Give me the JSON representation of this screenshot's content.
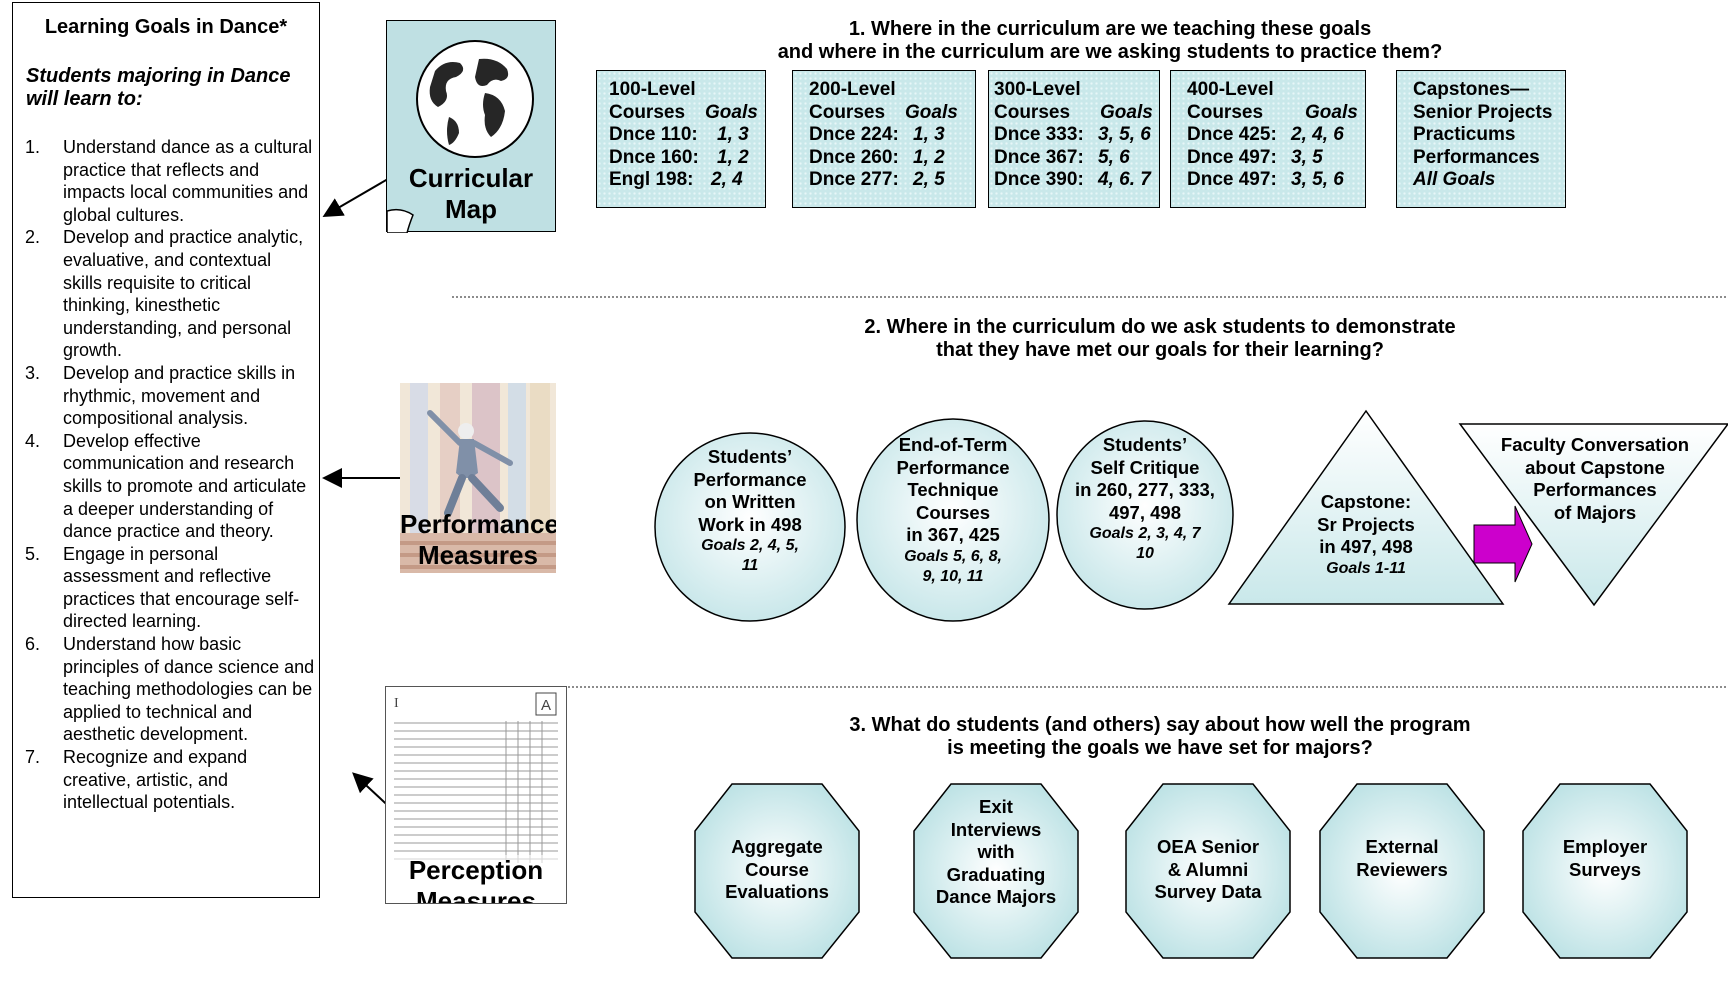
{
  "goals_panel": {
    "title": "Learning Goals in Dance*",
    "subtitle": "Students majoring in Dance will learn to:",
    "items": [
      {
        "num": "1.",
        "text": "Understand dance as a cultural practice that reflects and impacts local communities and global cultures."
      },
      {
        "num": "2.",
        "text": "Develop and practice analytic, evaluative, and contextual skills requisite to critical thinking, kinesthetic understanding, and personal growth."
      },
      {
        "num": "3.",
        "text": "Develop and practice skills in rhythmic, movement and compositional analysis."
      },
      {
        "num": "4.",
        "text": "Develop effective communication and research skills to promote and articulate a deeper understanding of dance practice and theory."
      },
      {
        "num": "5.",
        "text": "Engage in personal assessment and reflective practices that encourage self-directed learning."
      },
      {
        "num": "6.",
        "text": "Understand how basic principles of dance science and teaching methodologies can be applied to technical and aesthetic development."
      },
      {
        "num": "7.",
        "text": "Recognize and expand creative, artistic, and intellectual potentials."
      }
    ]
  },
  "cards": {
    "curricular_map": "Curricular Map",
    "performance_measures": "Performance Measures",
    "perception_measures": "Perception Measures"
  },
  "section1": {
    "question_line1": "1.  Where in the curriculum are we teaching these goals",
    "question_line2": "and where in the curriculum are we asking students to practice them?",
    "levels": [
      {
        "rows": [
          [
            "100-Level",
            ""
          ],
          [
            "Courses  ",
            "Goals"
          ],
          [
            "Dnce 110: ",
            "1, 3"
          ],
          [
            "Dnce 160: ",
            "1, 2"
          ],
          [
            "Engl 198: ",
            " 2, 4"
          ]
        ]
      },
      {
        "rows": [
          [
            "200-Level",
            ""
          ],
          [
            "Courses  ",
            "Goals"
          ],
          [
            "Dnce 224: ",
            " 1, 3"
          ],
          [
            "Dnce 260: ",
            " 1, 2"
          ],
          [
            "Dnce 277: ",
            " 2, 5"
          ]
        ]
      },
      {
        "rows": [
          [
            "300-Level",
            ""
          ],
          [
            "Courses    ",
            "Goals"
          ],
          [
            "Dnce 333: ",
            "3, 5, 6"
          ],
          [
            "Dnce 367: ",
            "5, 6"
          ],
          [
            "Dnce 390: ",
            "4, 6. 7"
          ]
        ]
      },
      {
        "rows": [
          [
            "400-Level",
            ""
          ],
          [
            "Courses      ",
            "Goals"
          ],
          [
            "Dnce 425: ",
            " 2, 4, 6"
          ],
          [
            "Dnce 497: ",
            " 3, 5"
          ],
          [
            "Dnce 497: ",
            " 3, 5, 6"
          ]
        ]
      },
      {
        "rows": [
          [
            "Capstones—",
            ""
          ],
          [
            "Senior Projects",
            ""
          ],
          [
            "Practicums",
            ""
          ],
          [
            "Performances",
            ""
          ],
          [
            "",
            "All Goals"
          ]
        ]
      }
    ]
  },
  "section2": {
    "question_line1": "2.  Where in the curriculum do we ask students to demonstrate",
    "question_line2": "that they have met our goals for their learning?",
    "circles": [
      {
        "lines": [
          "Students’",
          "Performance",
          "on Written",
          "Work  in 498"
        ],
        "goals": [
          "Goals 2, 4, 5,",
          "11"
        ]
      },
      {
        "lines": [
          "End-of-Term",
          "Performance",
          "Technique",
          "Courses",
          "in 367, 425"
        ],
        "goals": [
          "Goals 5, 6, 8,",
          "9, 10, 11"
        ]
      },
      {
        "lines": [
          "Students’",
          "Self Critique",
          "in 260, 277, 333,",
          "497, 498"
        ],
        "goals": [
          "Goals 2, 3, 4, 7",
          "10"
        ]
      }
    ],
    "triangle": {
      "lines": [
        "Capstone:",
        "Sr Projects",
        "in 497, 498"
      ],
      "goals": [
        "Goals 1-11"
      ]
    },
    "inverted_triangle": {
      "lines": [
        "Faculty Conversation",
        "about Capstone",
        "Performances",
        "of Majors"
      ]
    }
  },
  "section3": {
    "question_line1": "3.  What do students (and others) say about how well the program",
    "question_line2": "is meeting the goals we have set for majors?",
    "octagons": [
      {
        "lines": [
          "Aggregate",
          "Course",
          "Evaluations"
        ]
      },
      {
        "lines": [
          "Exit",
          "Interviews",
          "with",
          "Graduating",
          "Dance Majors"
        ]
      },
      {
        "lines": [
          "OEA Senior",
          "& Alumni",
          "Survey Data"
        ]
      },
      {
        "lines": [
          "External",
          "Reviewers"
        ]
      },
      {
        "lines": [
          "Employer",
          "Surveys"
        ]
      }
    ]
  },
  "colors": {
    "fill_light": "#c9e8ea",
    "map_fill": "#bfe0e3",
    "arrow_magenta": "#cc00cc"
  },
  "icons": [
    "globe-icon",
    "dancer-image",
    "survey-form-image",
    "double-arrow-icon",
    "right-arrow-icon"
  ]
}
